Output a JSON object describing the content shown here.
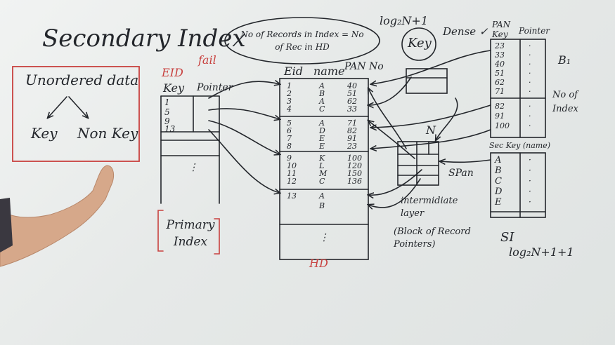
{
  "title": "Secondary Index",
  "unordered_box": {
    "heading": "Unordered data",
    "left": "Key",
    "right": "Non Key"
  },
  "note_oval": "No of Records in Index = No of Rec in HD",
  "log_top": "log₂N+1",
  "key_circle": "Key",
  "dense": "Dense ✓",
  "eid_red": "EID",
  "fail_red": "fail",
  "primary_index": {
    "col_key": "Key",
    "col_pointer": "Pointer",
    "keys": [
      "1",
      "5",
      "9",
      "13"
    ],
    "caption": "Primary Index"
  },
  "hd": {
    "headers": [
      "Eid",
      "name",
      "PAN No"
    ],
    "rows": [
      [
        "1",
        "A",
        "40"
      ],
      [
        "2",
        "B",
        "51"
      ],
      [
        "3",
        "A",
        "62"
      ],
      [
        "4",
        "C",
        "33"
      ],
      [
        "5",
        "A",
        "71"
      ],
      [
        "6",
        "D",
        "82"
      ],
      [
        "7",
        "E",
        "91"
      ],
      [
        "8",
        "E",
        "23"
      ],
      [
        "9",
        "K",
        "100"
      ],
      [
        "10",
        "L",
        "120"
      ],
      [
        "11",
        "M",
        "150"
      ],
      [
        "12",
        "C",
        "136"
      ],
      [
        "13",
        "A",
        ""
      ],
      [
        "",
        "B",
        ""
      ]
    ],
    "caption": "HD"
  },
  "intermediate": {
    "label_n": "N",
    "caption1": "intermidiate layer",
    "caption2": "(Block of Record Pointers)"
  },
  "dense_index": {
    "col1": "PAN Key",
    "col2": "Pointer",
    "keys": [
      "23",
      "33",
      "40",
      "51",
      "62",
      "71",
      "82",
      "91",
      "100"
    ],
    "b1": "B₁",
    "side_note": "No of Index",
    "sec_key": "Sec Key (name)",
    "sec_keys": [
      "A",
      "B",
      "C",
      "D",
      "E"
    ],
    "span": "SPan",
    "si": "SI",
    "log_bottom": "log₂N+1+1"
  }
}
